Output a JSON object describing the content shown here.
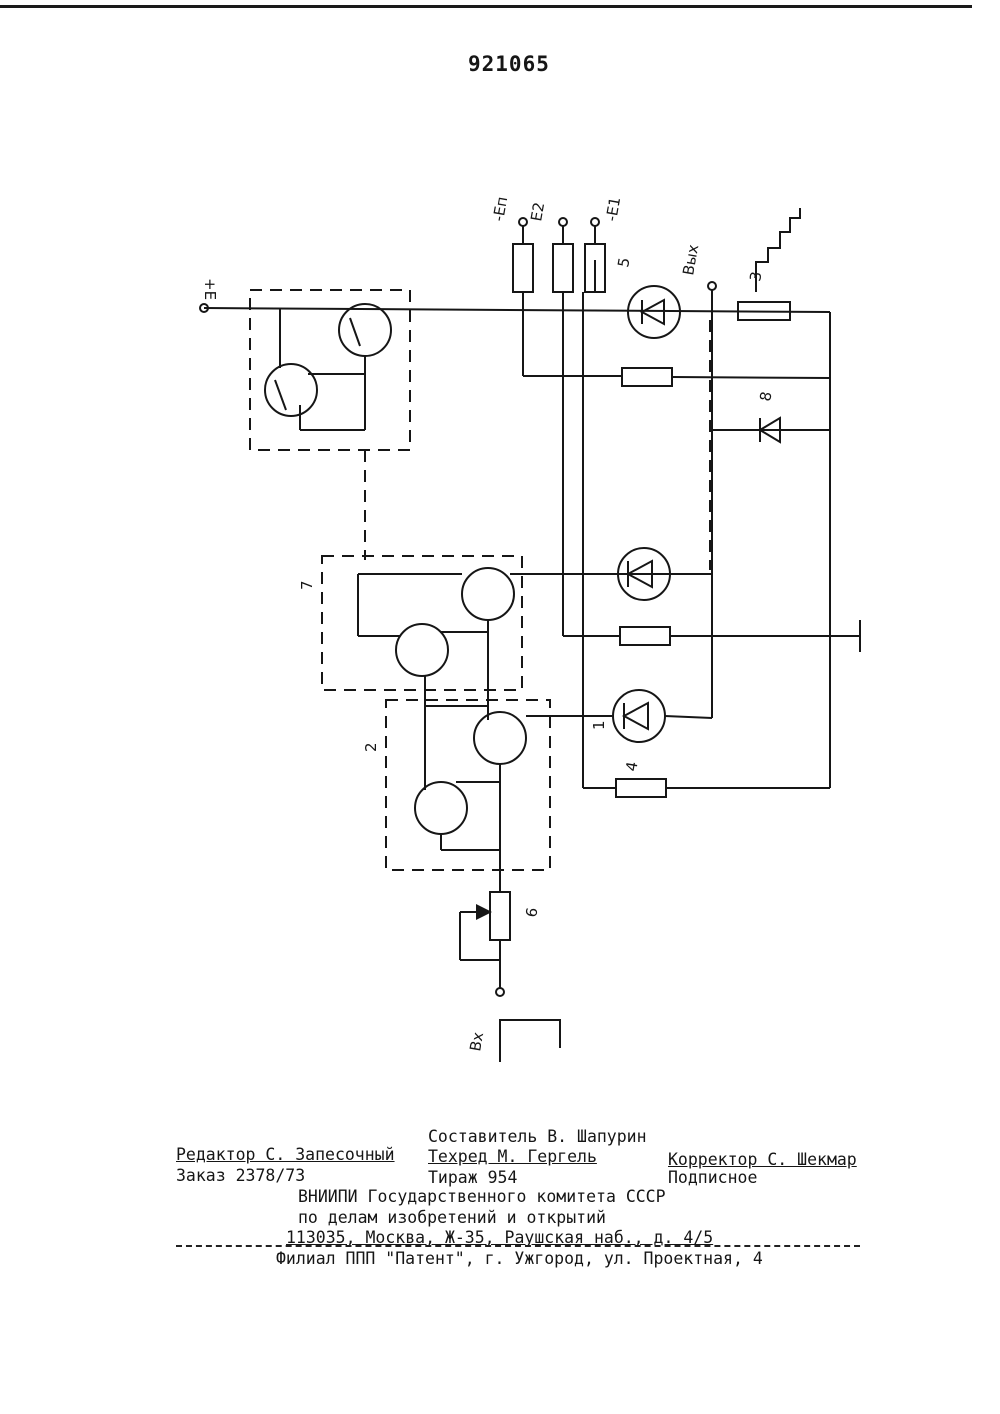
{
  "document": {
    "page_number": "921065"
  },
  "schematic": {
    "terminals": {
      "plus_e": "+E",
      "minus_en": "-Eп",
      "e2": "E2",
      "minus_e1": "-E1",
      "output": "Вых",
      "input": "Вх"
    },
    "labels": {
      "ref_1": "1",
      "ref_2": "2",
      "ref_3": "3",
      "ref_4": "4",
      "ref_5": "5",
      "ref_6": "6",
      "ref_7": "7",
      "ref_8": "8"
    }
  },
  "colophon": {
    "compiler": "Составитель В. Шапурин",
    "editor": "Редактор С. Запесочный",
    "techred": "Техред М. Гергель",
    "corrector": "Корректор С. Шекмар",
    "order": "Заказ 2378/73",
    "circulation": "Тираж 954",
    "subscription": "Подписное",
    "org_line1": "ВНИИПИ Государственного комитета СССР",
    "org_line2": "по делам изобретений и открытий",
    "address": "113035, Москва, Ж-35, Раушская наб., д. 4/5",
    "branch": "Филиал ППП \"Патент\", г. Ужгород, ул. Проектная, 4"
  }
}
